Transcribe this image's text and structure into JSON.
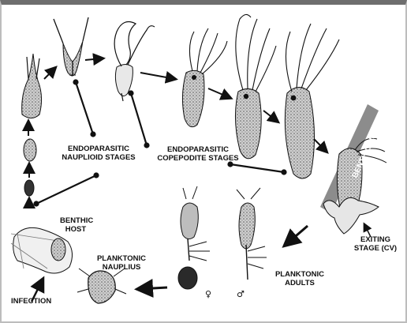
{
  "labels": {
    "naupliar": "ENDOPARASITIC\nNAUPLIOID STAGES",
    "copepodite": "ENDOPARASITIC\nCOPEPODITE STAGES",
    "benthic_host_bottom": "BENTHIC\nHOST",
    "benthic_host_band": "BENTHIC HOST",
    "exiting": "EXITING\nSTAGE (CV)",
    "planktonic_adults": "PLANKTONIC\nADULTS",
    "planktonic_nauplius": "PLANKTONIC\nNAUPLIUS",
    "infection": "INFECTION",
    "female_symbol": "♀",
    "male_symbol": "♂"
  },
  "colors": {
    "host_band": "#8c8c8c",
    "ink": "#111111",
    "frame_top": "#6e6e6e"
  }
}
